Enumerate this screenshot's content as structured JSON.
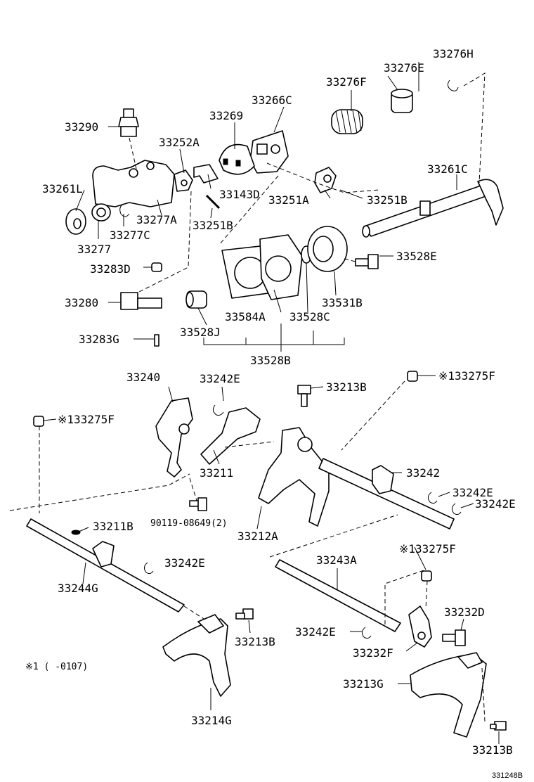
{
  "labels": {
    "p33276H": "33276H",
    "p33276E": "33276E",
    "p33276F": "33276F",
    "p33266C": "33266C",
    "p33269": "33269",
    "p33290": "33290",
    "p33252A": "33252A",
    "p33261C": "33261C",
    "p33261L": "33261L",
    "p33143D": "33143D",
    "p33251A": "33251A",
    "p33251B_1": "33251B",
    "p33277A": "33277A",
    "p33251B_2": "33251B",
    "p33277C": "33277C",
    "p33277": "33277",
    "p33528E": "33528E",
    "p33283D": "33283D",
    "p33280": "33280",
    "p33531B": "33531B",
    "p33584A": "33584A",
    "p33528C": "33528C",
    "p33528J": "33528J",
    "p33283G": "33283G",
    "p33528B": "33528B",
    "p33240": "33240",
    "p33242E_1": "33242E",
    "p33213B_1": "33213B",
    "p33275F_1": "※133275F",
    "p33275F_2": "※133275F",
    "p33242": "33242",
    "p33211": "33211",
    "p33242E_2": "33242E",
    "p33242E_3": "33242E",
    "p90119": "90119-08649(2)",
    "p33211B": "33211B",
    "p33212A": "33212A",
    "p33242E_4": "33242E",
    "p33275F_3": "※133275F",
    "p33243A": "33243A",
    "p33244G": "33244G",
    "p33232D": "33232D",
    "p33213B_2": "33213B",
    "p33242E_5": "33242E",
    "p33232F": "33232F",
    "p33213G": "33213G",
    "p33214G": "33214G",
    "p33213B_3": "33213B"
  },
  "footnote": "※1 (    -0107)",
  "figure_code": "331248B"
}
